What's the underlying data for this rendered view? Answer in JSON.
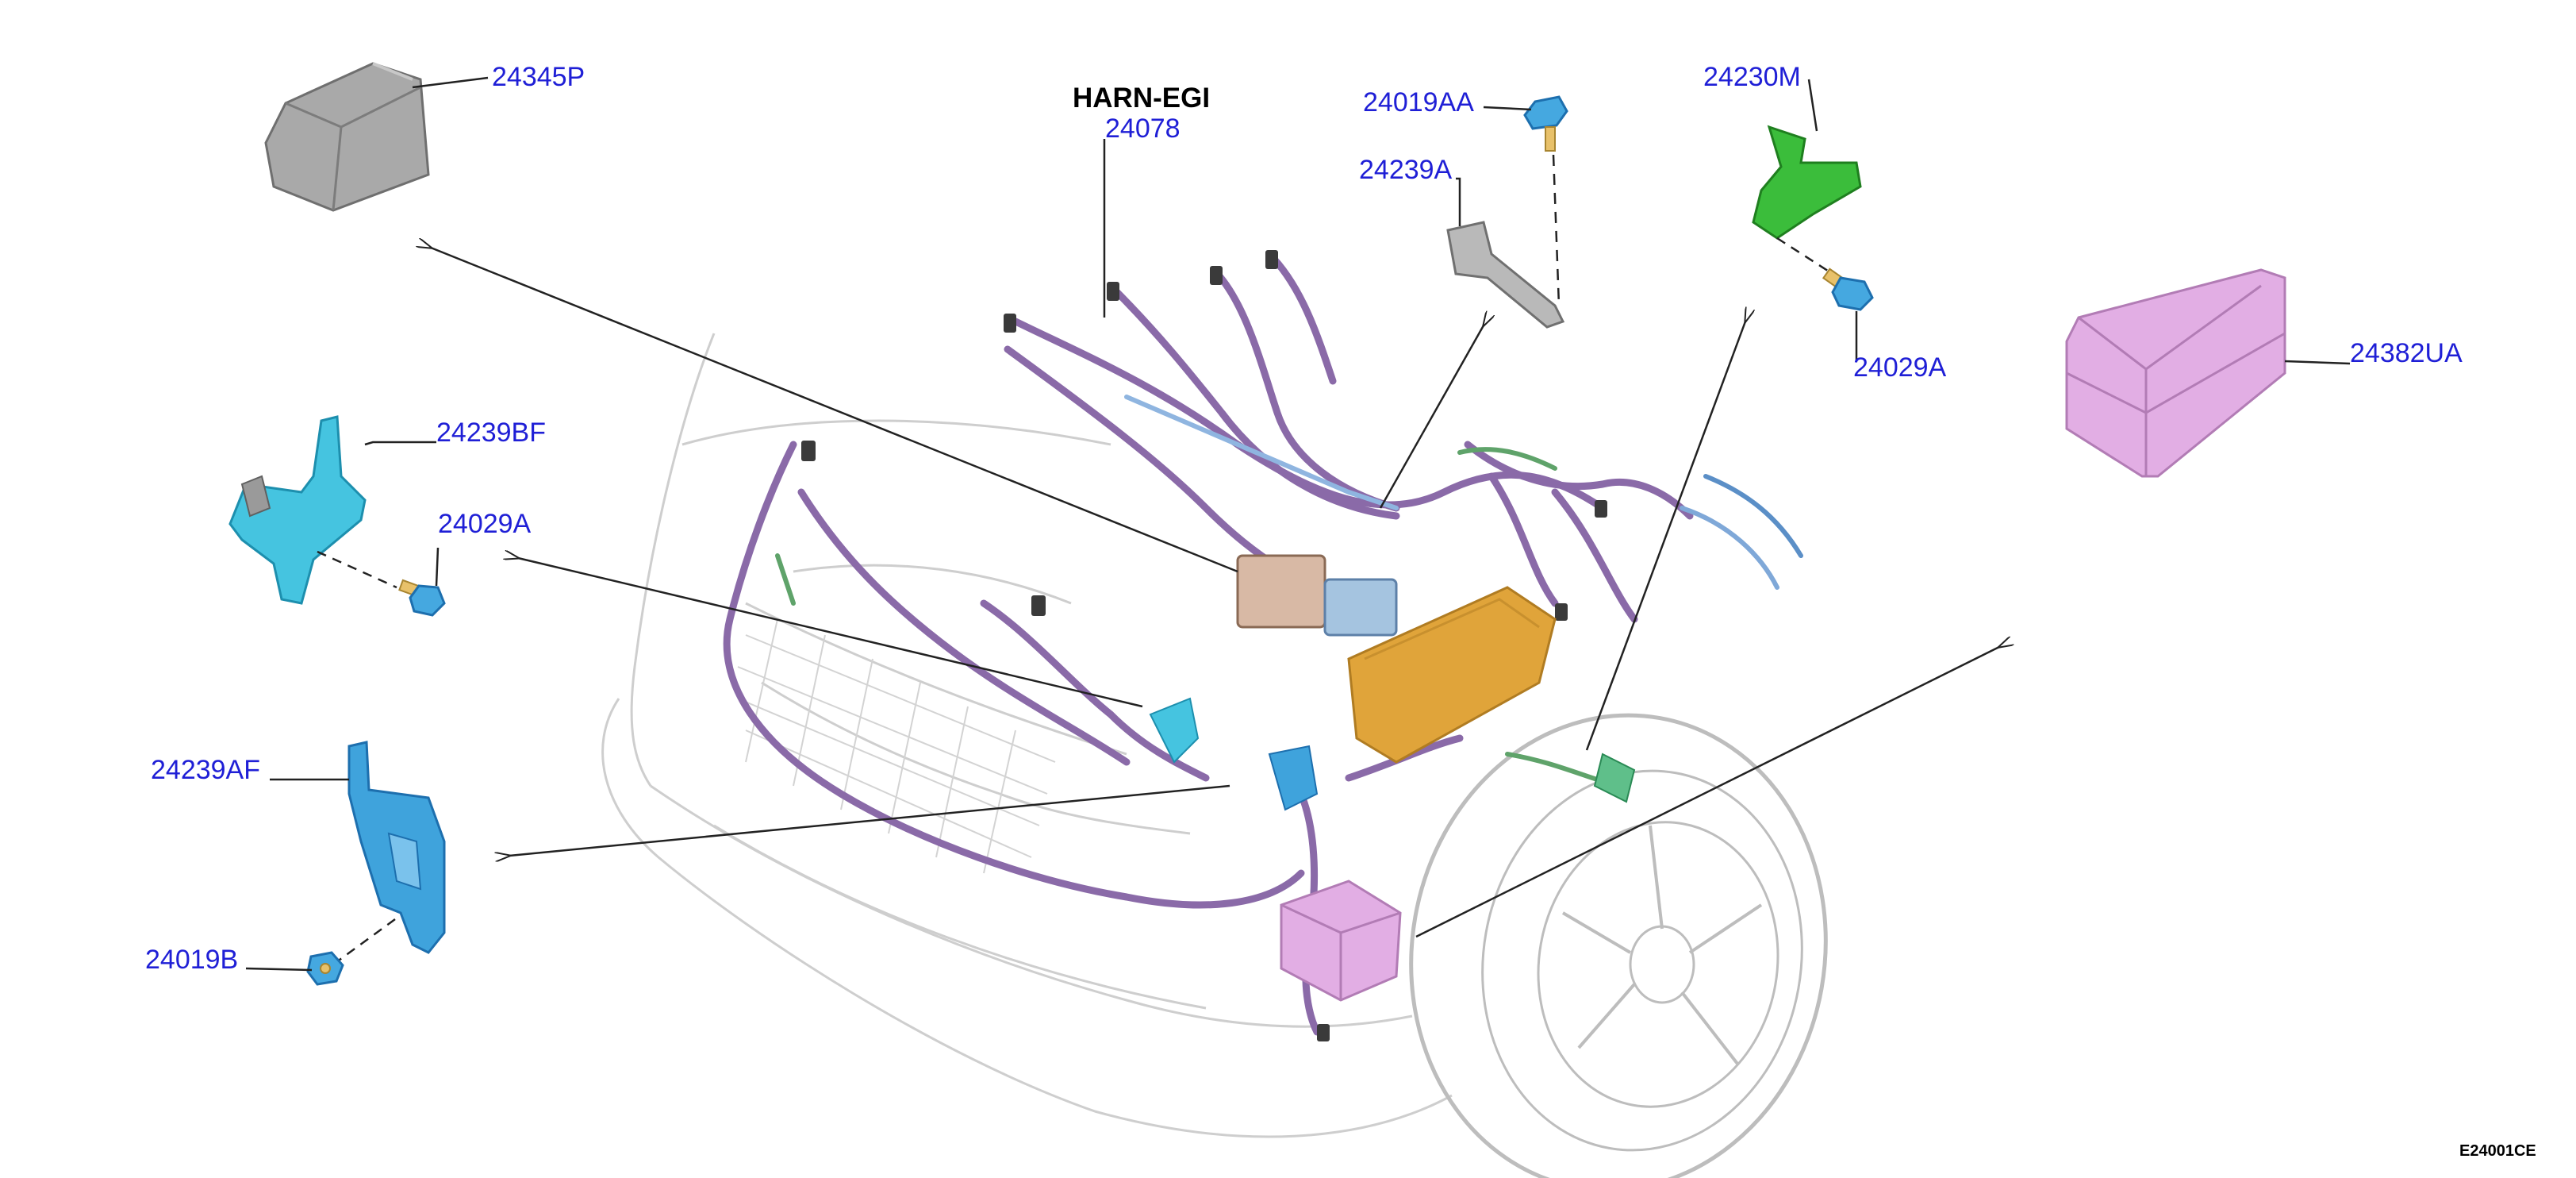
{
  "colors": {
    "callout_text": "#1f1fd6",
    "leader_line": "#222222",
    "dark_text": "#000000",
    "harness_purple": "#8a6aa8",
    "fuse_box_pink": "#e2aee4",
    "bracket_cyan": "#45c4e0",
    "bracket_blue": "#3fa3dc",
    "bracket_green": "#3bbd3b",
    "cover_gray": "#a9a9a9",
    "junction_orange": "#e0a43a",
    "ghost_body": "#c9c9c9"
  },
  "harness": {
    "name": "HARN-EGI",
    "part_no": "24078"
  },
  "callouts": {
    "p24345P": "24345P",
    "p24019AA": "24019AA",
    "p24239A": "24239A",
    "p24230M": "24230M",
    "p24029A_right": "24029A",
    "p24382UA": "24382UA",
    "p24239BF": "24239BF",
    "p24029A_left": "24029A",
    "p24239AF": "24239AF",
    "p24019B": "24019B"
  },
  "figure_code": "E24001CE"
}
